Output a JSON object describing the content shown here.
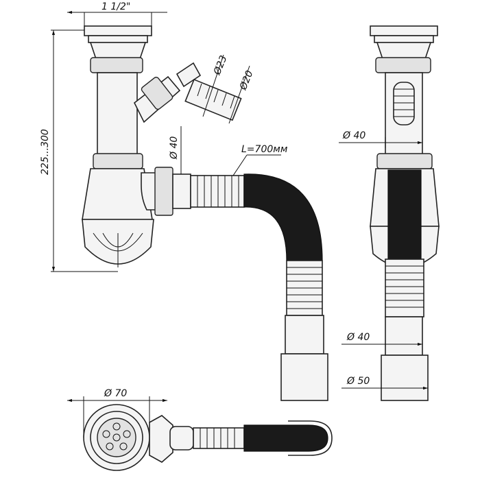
{
  "dimensions": {
    "inlet_thread": "1 1/2\"",
    "height_range": "225...300",
    "side_outlet_d1": "Ø23",
    "side_outlet_d2": "Ø20",
    "outlet_d40_front": "Ø 40",
    "hose_length": "L=700мм",
    "side_view_d40_top": "Ø 40",
    "side_view_d40_bottom": "Ø 40",
    "side_view_d50": "Ø 50",
    "strainer_d70": "Ø 70"
  },
  "colors": {
    "line": "#111111",
    "hose": "#1a1a1a",
    "body": "#f4f4f4"
  }
}
